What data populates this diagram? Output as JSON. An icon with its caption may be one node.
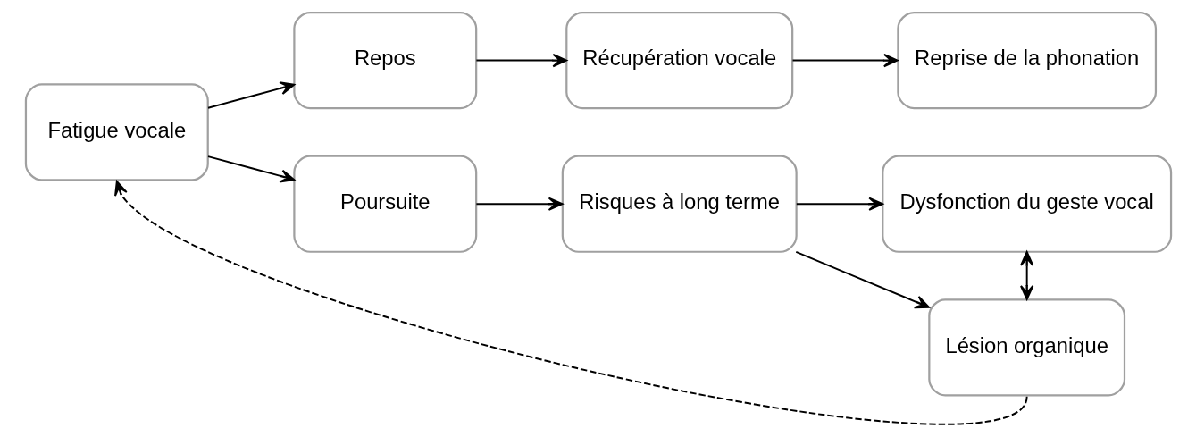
{
  "diagram": {
    "nodes": [
      {
        "text": [
          "Fatigue vocale"
        ]
      },
      {
        "text": [
          "Repos"
        ]
      },
      {
        "text": [
          "Récupération vocale"
        ]
      },
      {
        "text": [
          "Reprise de la phonation"
        ]
      },
      {
        "text": [
          "Poursuite"
        ]
      },
      {
        "text": [
          "Risques à long terme"
        ]
      },
      {
        "text": [
          "Dysfonction du geste vocal"
        ]
      },
      {
        "text": [
          "Lésion organique"
        ]
      }
    ],
    "edges": [
      {
        "from": 0,
        "to": 1,
        "arrow": "to"
      },
      {
        "from": 0,
        "to": 4,
        "arrow": "to"
      },
      {
        "from": 1,
        "to": 2,
        "arrow": "to"
      },
      {
        "from": 2,
        "to": 3,
        "arrow": "to"
      },
      {
        "from": 4,
        "to": 5,
        "arrow": "to"
      },
      {
        "from": 5,
        "to": 6,
        "arrow": "to"
      },
      {
        "from": 5,
        "to": 7,
        "arrow": "to"
      },
      {
        "from": 6,
        "to": 7,
        "arrow": "both"
      },
      {
        "from": 7,
        "to": 0,
        "arrow": "to",
        "style": "dashed"
      }
    ]
  }
}
